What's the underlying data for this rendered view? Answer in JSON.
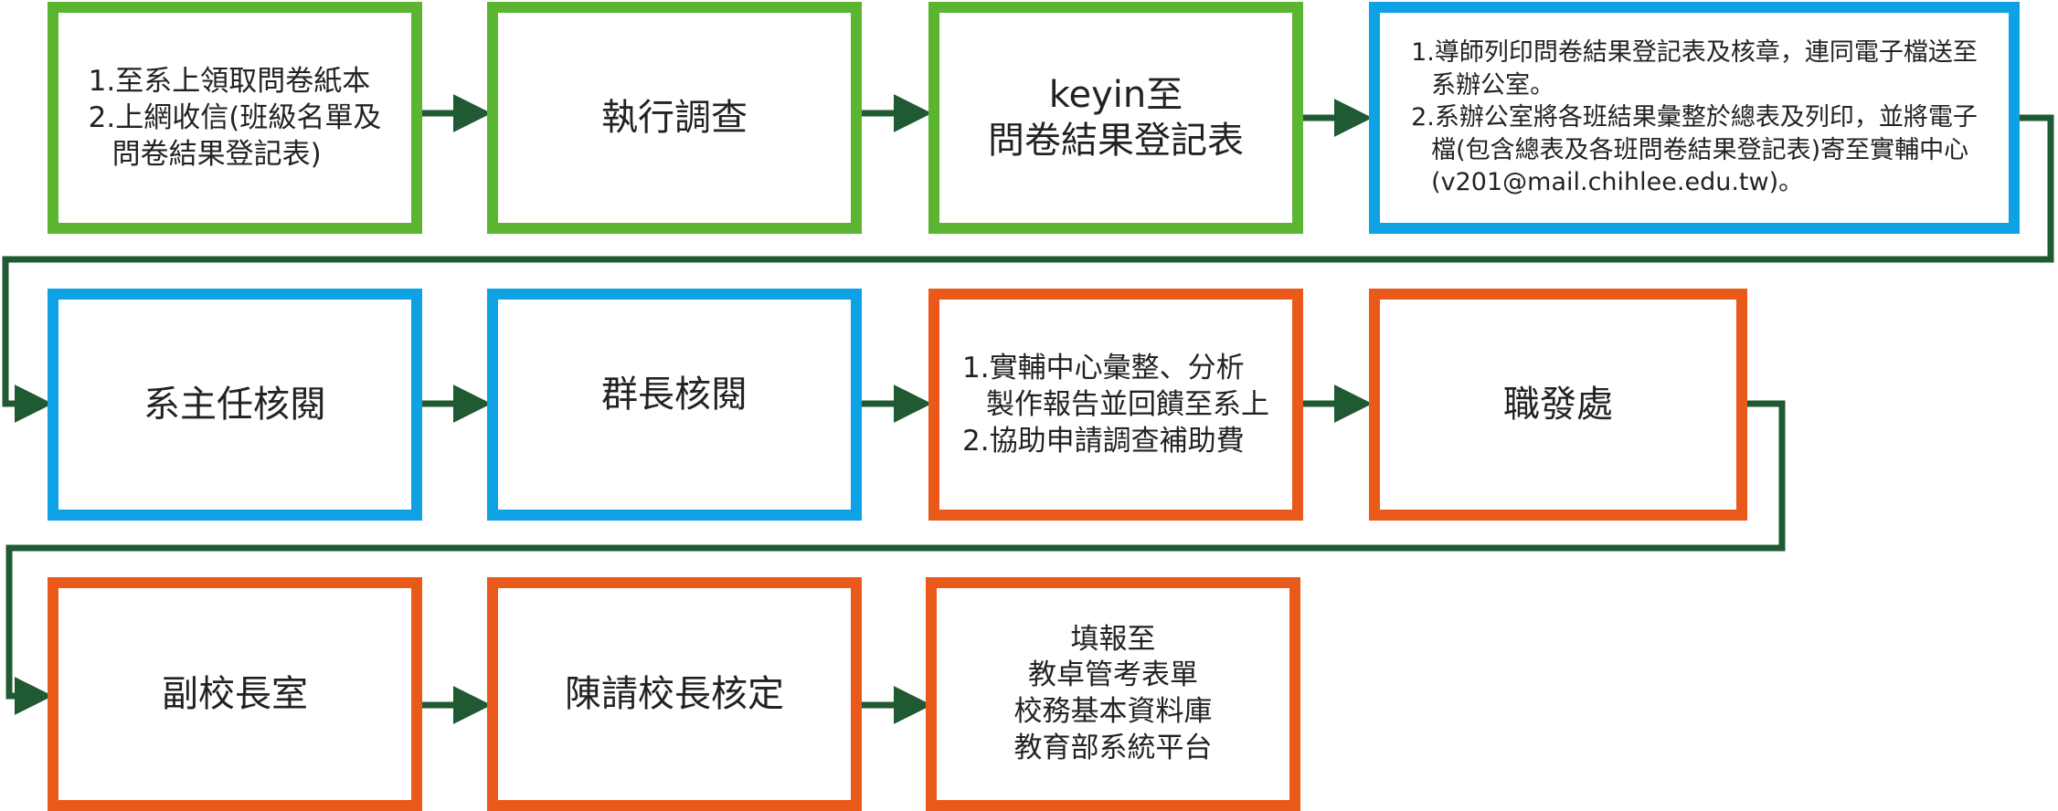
{
  "colors": {
    "green": "#5cb531",
    "blue": "#0ea1e4",
    "orange": "#e95a1a",
    "arrow": "#1f5a32"
  },
  "steps": [
    {
      "id": "s1",
      "color": "green",
      "lines": [
        "1.至系上領取問卷紙本",
        "2.上網收信(班級名單及",
        "問卷結果登記表)"
      ]
    },
    {
      "id": "s2",
      "color": "green",
      "lines": [
        "執行調查"
      ]
    },
    {
      "id": "s3",
      "color": "green",
      "lines": [
        "keyin至",
        "問卷結果登記表"
      ]
    },
    {
      "id": "s4",
      "color": "blue",
      "lines": [
        "1.導師列印問卷結果登記表及核章，連同電子檔送至",
        "系辦公室。",
        "2.系辦公室將各班結果彙整於總表及列印，並將電子",
        "檔(包含總表及各班問卷結果登記表)寄至實輔中心",
        "(v201@mail.chihlee.edu.tw)。"
      ]
    },
    {
      "id": "s5",
      "color": "blue",
      "lines": [
        "系主任核閱"
      ]
    },
    {
      "id": "s6",
      "color": "blue",
      "lines": [
        "群長核閱"
      ]
    },
    {
      "id": "s7",
      "color": "orange",
      "lines": [
        "1.實輔中心彙整、分析",
        "製作報告並回饋至系上",
        "2.協助申請調查補助費"
      ]
    },
    {
      "id": "s8",
      "color": "orange",
      "lines": [
        "職發處"
      ]
    },
    {
      "id": "s9",
      "color": "orange",
      "lines": [
        "副校長室"
      ]
    },
    {
      "id": "s10",
      "color": "orange",
      "lines": [
        "陳請校長核定"
      ]
    },
    {
      "id": "s11",
      "color": "orange",
      "lines": [
        "填報至",
        "教卓管考表單",
        "校務基本資料庫",
        "教育部系統平台"
      ]
    }
  ]
}
